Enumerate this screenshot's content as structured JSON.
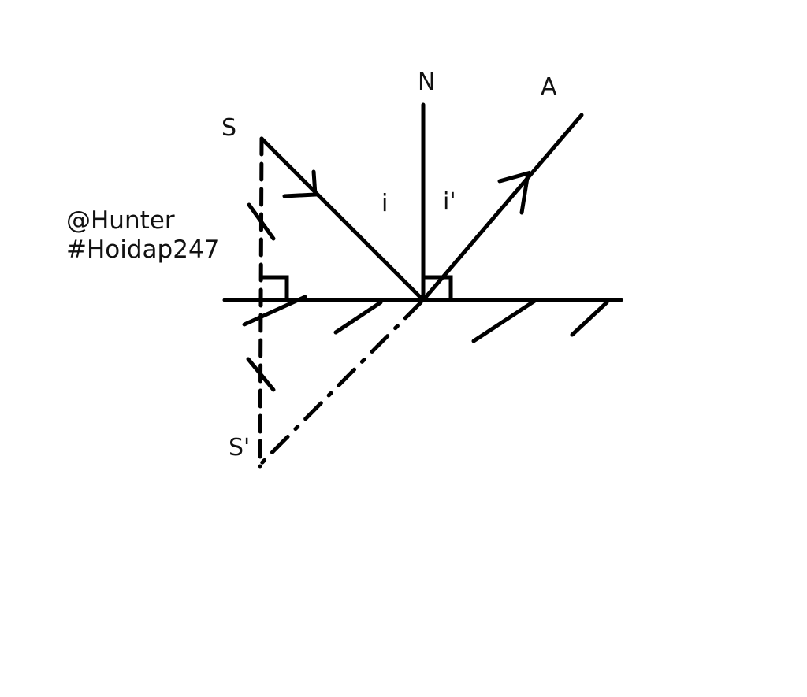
{
  "labels": {
    "normal": "N",
    "reflected": "A",
    "source": "S",
    "image": "S'",
    "angle_incidence": "i",
    "angle_reflection": "i'"
  },
  "watermark": {
    "line1": "@Hunter",
    "line2": "#Hoidap247"
  },
  "colors": {
    "stroke": "#000000",
    "background": "#ffffff"
  }
}
